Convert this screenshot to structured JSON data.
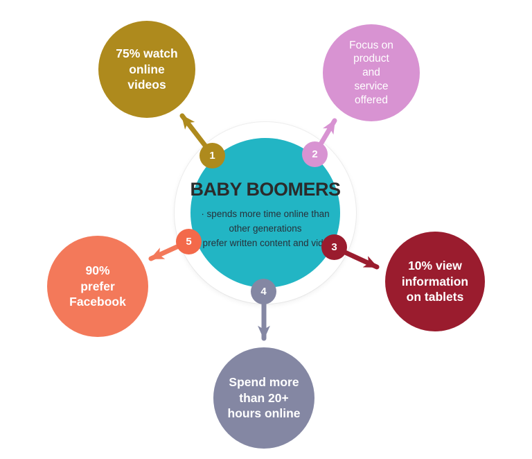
{
  "center": {
    "title": "BABY BOOMERS",
    "description_lines": [
      "· spends more time online than",
      "other generations",
      "· prefer written content and video"
    ],
    "circle_color": "#22B5C4",
    "ring_color": "#FFFFFF",
    "text_color": "#2B2B2B"
  },
  "nodes": [
    {
      "number": "1",
      "position": "top-left",
      "color": "#AE8A1D",
      "label": "75% watch online videos",
      "lines": [
        "75% watch",
        "online",
        "videos"
      ]
    },
    {
      "number": "2",
      "position": "top-right",
      "color": "#D893D2",
      "label": "Focus on product and service offered",
      "lines": [
        "Focus on",
        "product",
        "and",
        "service",
        "offered"
      ]
    },
    {
      "number": "3",
      "position": "right",
      "color": "#9A1C2E",
      "label": "10% view information on tablets",
      "lines": [
        "10% view",
        "information",
        "on tablets"
      ]
    },
    {
      "number": "4",
      "position": "bottom",
      "color": "#8487A3",
      "label": "Spend more than 20+ hours online",
      "lines": [
        "Spend more",
        "than 20+",
        "hours online"
      ]
    },
    {
      "number": "5",
      "position": "left",
      "color": "#F3795A",
      "label": "90% prefer Facebook",
      "lines": [
        "90%",
        "prefer",
        "Facebook"
      ]
    }
  ]
}
